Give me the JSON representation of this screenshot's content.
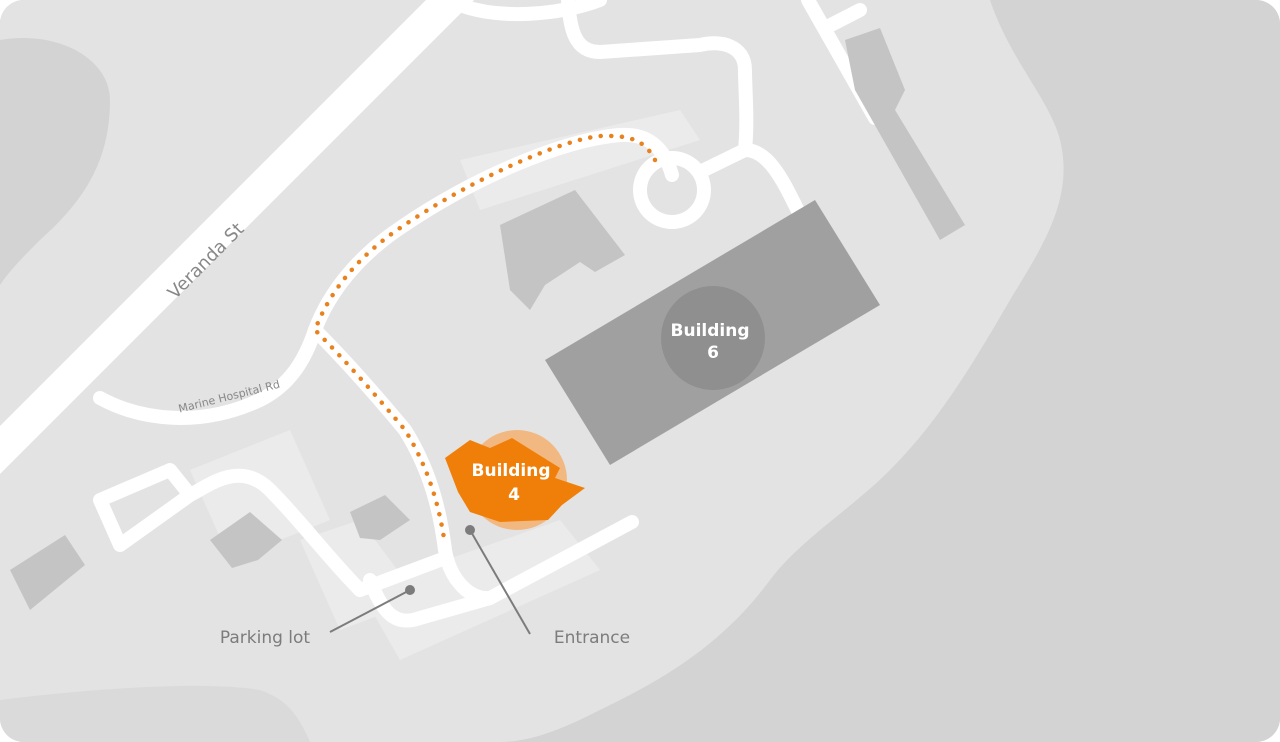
{
  "map": {
    "streets": {
      "veranda": "Veranda St",
      "marine_hospital": "Marine Hospital Rd"
    },
    "buildings": {
      "b6": {
        "line1": "Building",
        "line2": "6"
      },
      "b4": {
        "line1": "Building",
        "line2": "4",
        "highlight": true
      }
    },
    "callouts": {
      "parking": "Parking lot",
      "entrance": "Entrance"
    },
    "colors": {
      "water": "#d3d3d3",
      "land": "#e3e3e3",
      "road": "#ffffff",
      "building": "#c4c4c4",
      "building_dark": "#a0a0a0",
      "highlight": "#f07f0a",
      "route_dots": "#e8821e",
      "label": "#7c7c7c"
    },
    "route": {
      "style": "dotted",
      "from": "Marine Hospital Rd",
      "to": "Building 4 entrance"
    }
  }
}
